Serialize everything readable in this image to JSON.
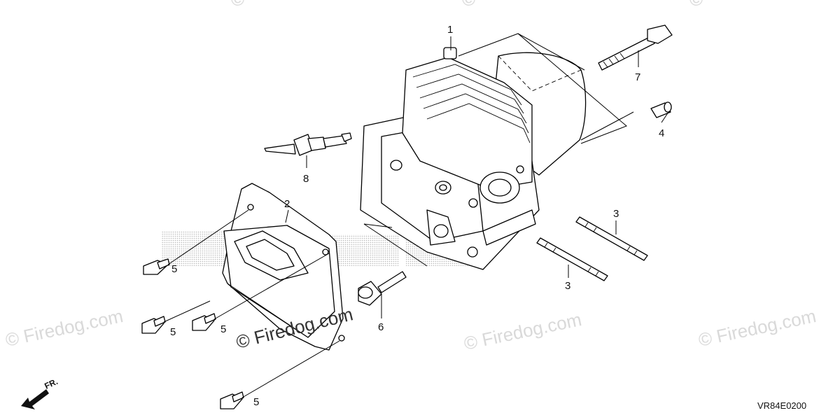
{
  "diagram": {
    "code": "VR84E0200",
    "orientation_label": "FR.",
    "watermark_text": "© Firedog.com",
    "watermark_copyright": "©",
    "callouts": {
      "cylinder_head": "1",
      "head_cover": "2",
      "stud_bolt_upper": "3",
      "stud_bolt_lower": "3",
      "dowel_pin": "4",
      "cover_bolt_left": "5",
      "cover_bolt_mid_a": "5",
      "cover_bolt_mid_b": "5",
      "cover_bolt_bottom": "5",
      "flange_bolt": "6",
      "head_bolt": "7",
      "spark_plug": "8"
    }
  }
}
